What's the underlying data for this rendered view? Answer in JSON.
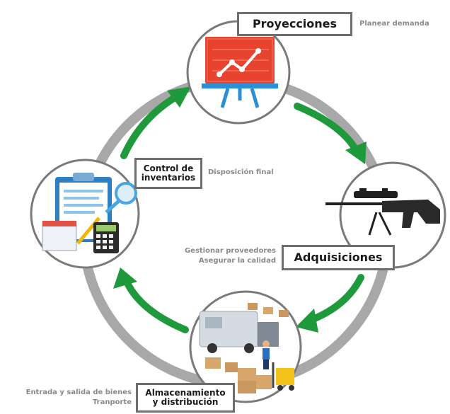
{
  "stages": {
    "proyecciones": {
      "label": "Proyecciones",
      "note": "Planear demanda",
      "icon": "chart-easel-icon"
    },
    "adquisiciones": {
      "label": "Adquisiciones",
      "note_lines": [
        "Gestionar proveedores",
        "Asegurar la calidad"
      ],
      "icon": "rifle-icon"
    },
    "almacenamiento": {
      "label_lines": [
        "Almacenamiento",
        "y distribución"
      ],
      "note_lines": [
        "Entrada y salida de bienes",
        "Tranporte"
      ],
      "icon": "warehouse-truck-icon"
    },
    "control": {
      "label_lines": [
        "Control de",
        "inventarios"
      ],
      "note": "Disposición final",
      "icon": "clipboard-calculator-icon"
    }
  },
  "colors": {
    "ring": "#a8a8a8",
    "arrow": "#1e9a3c",
    "circle_border": "#7a7a7a",
    "easel": "#e8432f",
    "stand": "#2a8fd6"
  }
}
